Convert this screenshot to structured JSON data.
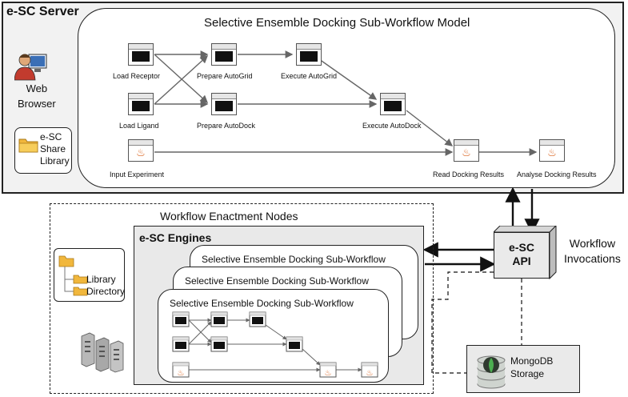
{
  "server": {
    "title": "e-SC Server"
  },
  "model": {
    "title": "Selective Ensemble Docking Sub-Workflow Model",
    "nodes": [
      {
        "id": "load_receptor",
        "label": "Load Receptor",
        "kind": "terminal"
      },
      {
        "id": "prepare_autogrid",
        "label": "Prepare AutoGrid",
        "kind": "terminal"
      },
      {
        "id": "execute_autogrid",
        "label": "Execute AutoGrid",
        "kind": "terminal"
      },
      {
        "id": "load_ligand",
        "label": "Load Ligand",
        "kind": "terminal"
      },
      {
        "id": "prepare_autodock",
        "label": "Prepare AutoDock",
        "kind": "terminal"
      },
      {
        "id": "execute_autodock",
        "label": "Execute AutoDock",
        "kind": "terminal"
      },
      {
        "id": "input_experiment",
        "label": "Input Experiment",
        "kind": "java"
      },
      {
        "id": "read_docking_results",
        "label": "Read Docking Results",
        "kind": "java"
      },
      {
        "id": "analyse_docking_results",
        "label": "Analyse Docking Results",
        "kind": "java"
      }
    ]
  },
  "web_browser": {
    "line1": "Web",
    "line2": "Browser"
  },
  "share_library": {
    "line1": "e-SC",
    "line2": "Share",
    "line3": "Library"
  },
  "enactment": {
    "title": "Workflow Enactment Nodes"
  },
  "engines": {
    "title": "e-SC  Engines",
    "cards": [
      "Selective Ensemble Docking Sub-Workflow",
      "Selective Ensemble Docking Sub-Workflow",
      "Selective Ensemble Docking Sub-Workflow"
    ]
  },
  "library_directory": {
    "line1": "Library",
    "line2": "Directory"
  },
  "api": {
    "line1": "e-SC",
    "line2": "API"
  },
  "invocations": {
    "line1": "Workflow",
    "line2": "Invocations"
  },
  "storage": {
    "line1": "MongoDB",
    "line2": "Storage"
  },
  "icons": {
    "terminal": "terminal-window-icon",
    "java": "java-cup-icon",
    "user": "user-computer-icon",
    "folder": "folder-icon",
    "servers": "server-rack-icon",
    "database": "mongodb-database-icon"
  }
}
